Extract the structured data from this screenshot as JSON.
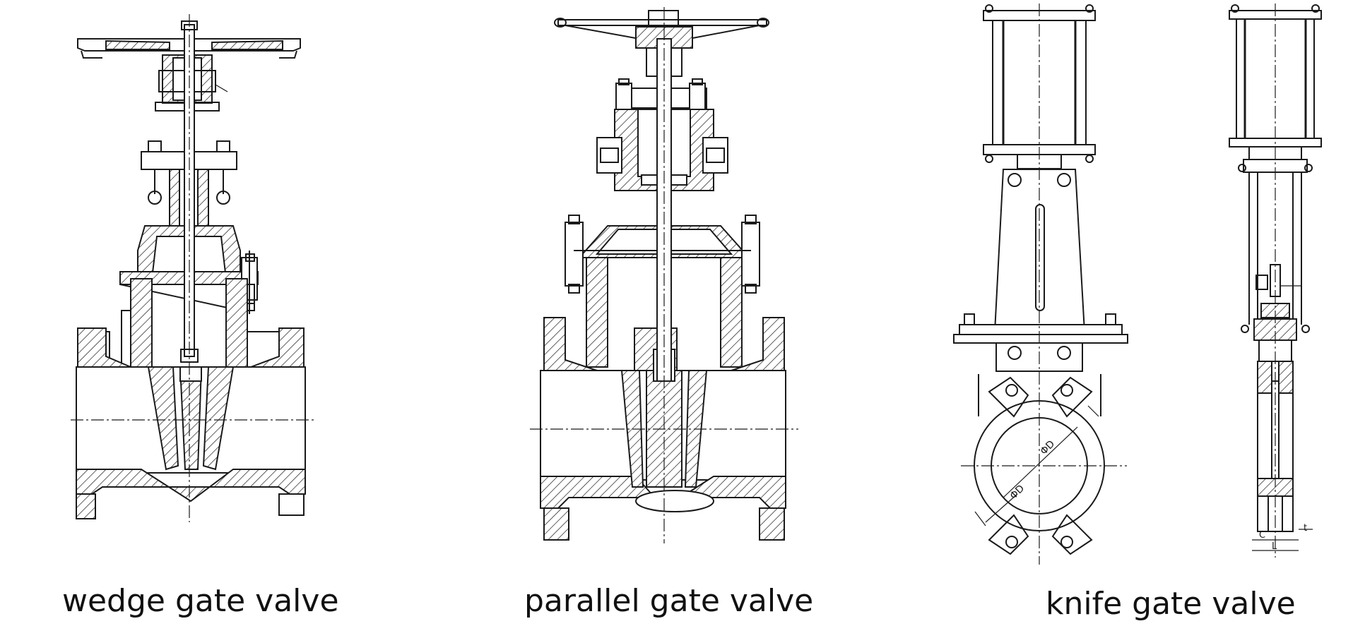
{
  "captions": {
    "wedge": "wedge gate valve",
    "parallel": "parallel gate valve",
    "knife": "knife gate valve"
  },
  "dimension_labels": {
    "d1": "ΦD",
    "d2": "ΦD",
    "c": "C",
    "l": "L",
    "t": "t"
  },
  "colors": {
    "line": "#1a1a1a",
    "background": "#ffffff"
  }
}
